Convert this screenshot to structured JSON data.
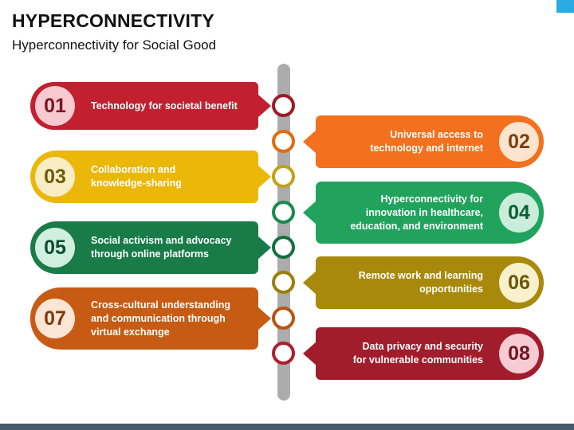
{
  "slide": {
    "title": "HYPERCONNECTIVITY",
    "subtitle": "Hyperconnectivity for Social Good"
  },
  "decor": {
    "accent_square_color": "#2AAAE2",
    "footer_bar_color": "#495A6D",
    "timeline_bar_color": "#ACACAC"
  },
  "items": [
    {
      "number": "01",
      "side": "left",
      "text": "Technology for societal benefit",
      "banner_color": "#C2202F",
      "circle_fill": "#F8C9CE",
      "number_color": "#7A1622",
      "ring_color": "#9C1B26"
    },
    {
      "number": "02",
      "side": "right",
      "text": "Universal access to\ntechnology and internet",
      "banner_color": "#F3701E",
      "circle_fill": "#FCE4CF",
      "number_color": "#7F3F10",
      "ring_color": "#E56A0D"
    },
    {
      "number": "03",
      "side": "left",
      "text": "Collaboration and\nknowledge-sharing",
      "banner_color": "#EBB709",
      "circle_fill": "#F8EDC5",
      "number_color": "#6F5A05",
      "ring_color": "#C2A118"
    },
    {
      "number": "04",
      "side": "right",
      "text": "Hyperconnectivity for\ninnovation in healthcare,\neducation, and environment",
      "banner_color": "#21A35D",
      "circle_fill": "#C9EDDA",
      "number_color": "#0D5F38",
      "ring_color": "#1A8A4D"
    },
    {
      "number": "05",
      "side": "left",
      "text": "Social activism and advocacy\nthrough online platforms",
      "banner_color": "#197C48",
      "circle_fill": "#D0EFDF",
      "number_color": "#0C4F2E",
      "ring_color": "#14713F"
    },
    {
      "number": "06",
      "side": "right",
      "text": "Remote work and learning\nopportunities",
      "banner_color": "#A8890B",
      "circle_fill": "#F8F1CC",
      "number_color": "#6B5806",
      "ring_color": "#9A7F0A"
    },
    {
      "number": "07",
      "side": "left",
      "text": "Cross-cultural understanding\nand communication through\nvirtual exchange",
      "banner_color": "#C75B13",
      "circle_fill": "#FBE5D4",
      "number_color": "#7C3B0D",
      "ring_color": "#BB5412"
    },
    {
      "number": "08",
      "side": "right",
      "text": "Data privacy and security\nfor vulnerable communities",
      "banner_color": "#A21D2C",
      "circle_fill": "#F7CBD3",
      "number_color": "#701523",
      "ring_color": "#AC1F30"
    }
  ]
}
